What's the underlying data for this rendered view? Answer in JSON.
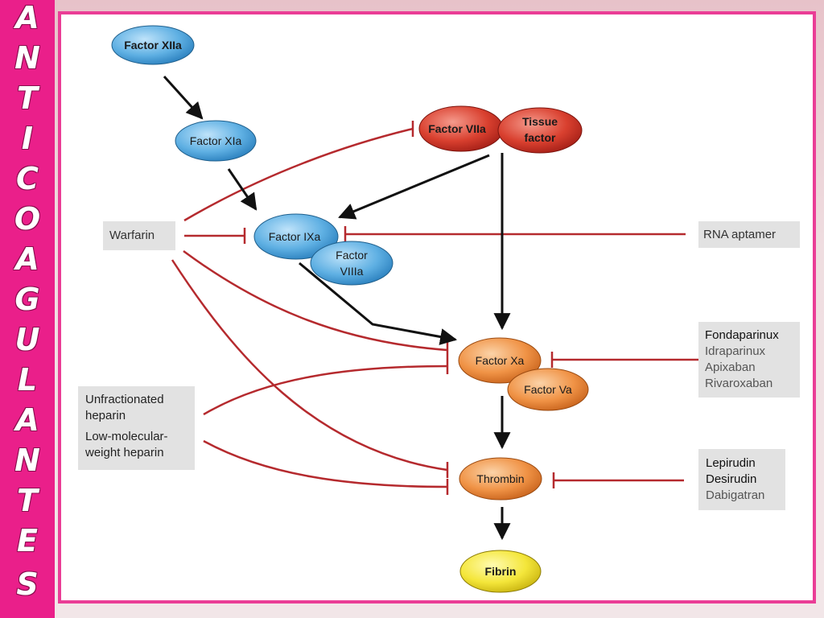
{
  "sidebar": {
    "letters": [
      "A",
      "N",
      "T",
      "I",
      "C",
      "O",
      "A",
      "G",
      "U",
      "L",
      "A",
      "N",
      "T",
      "E",
      "S"
    ]
  },
  "nodes": {
    "factor_xiia": "Factor XIIa",
    "factor_xia": "Factor XIa",
    "factor_viia": "Factor VIIa",
    "tissue_factor_line1": "Tissue",
    "tissue_factor_line2": "factor",
    "factor_ixa": "Factor IXa",
    "factor_viiia_line1": "Factor",
    "factor_viiia_line2": "VIIIa",
    "factor_xa": "Factor Xa",
    "factor_va": "Factor Va",
    "thrombin": "Thrombin",
    "fibrin": "Fibrin"
  },
  "drugs": {
    "warfarin": "Warfarin",
    "rna_aptamer": "RNA aptamer",
    "xa_inhibitors": [
      "Fondaparinux",
      "Idraparinux",
      "Apixaban",
      "Rivaroxaban"
    ],
    "heparins": [
      "Unfractionated",
      "heparin",
      "Low-molecular-",
      "weight heparin"
    ],
    "thrombin_inhibitors": [
      "Lepirudin",
      "Desirudin",
      "Dabigatran"
    ]
  },
  "colors": {
    "sidebar": "#ea1f8a",
    "frame": "#ea3d96",
    "inhibit_line": "#b52a2e",
    "activate_arrow": "#111111",
    "blue_node": "#4aa3dc",
    "red_node": "#d63a2f",
    "orange_node": "#ee8a3a",
    "yellow_node": "#f2e33a",
    "drug_box": "#e2e2e2"
  }
}
